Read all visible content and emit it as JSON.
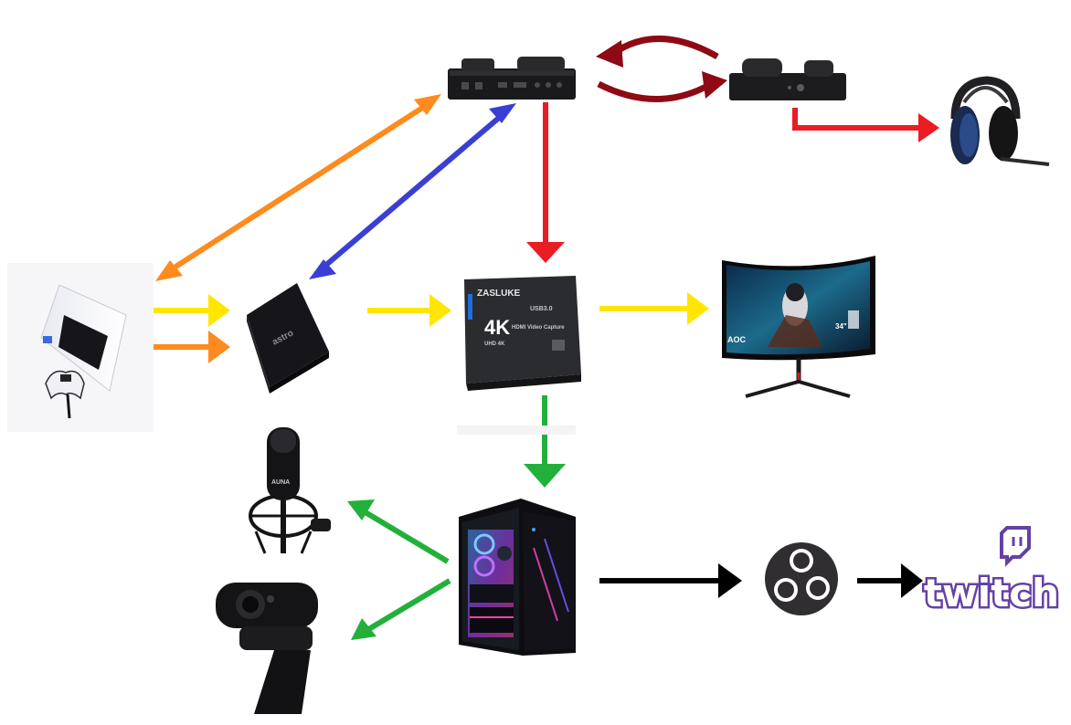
{
  "diagram": {
    "nodes": {
      "mixamp_main": {
        "name": "Astro MixAmp Pro (main)"
      },
      "mixamp_secondary": {
        "name": "Astro MixAmp (secondary)"
      },
      "headset": {
        "name": "Astro A40 headset"
      },
      "console": {
        "name": "PlayStation 5 console"
      },
      "hdmi_box": {
        "name": "Astro HDMI adapter",
        "brand_text": "astro"
      },
      "capture_card": {
        "name": "4K HDMI video capture card",
        "brand": "ZASLUKE",
        "badge": "4K",
        "badge_sub": "UHD 4K",
        "usb_label": "USB3.0",
        "product_label": "HDMI Video Capture"
      },
      "monitor": {
        "name": "AOC curved gaming monitor",
        "brand": "AOC",
        "size_badge": "34\""
      },
      "microphone": {
        "name": "Studio condenser microphone",
        "brand": "AUNA"
      },
      "webcam": {
        "name": "Webcam"
      },
      "pc": {
        "name": "Gaming PC tower"
      },
      "obs": {
        "name": "OBS Studio"
      },
      "twitch": {
        "name": "Twitch",
        "wordmark": "twitch"
      }
    },
    "connection_colors": {
      "orange": "#ff8a1e",
      "blue": "#3a3fd4",
      "red": "#ea1c24",
      "dark_red": "#8e0a14",
      "yellow": "#ffe600",
      "green": "#22b03a",
      "black": "#000000"
    }
  }
}
